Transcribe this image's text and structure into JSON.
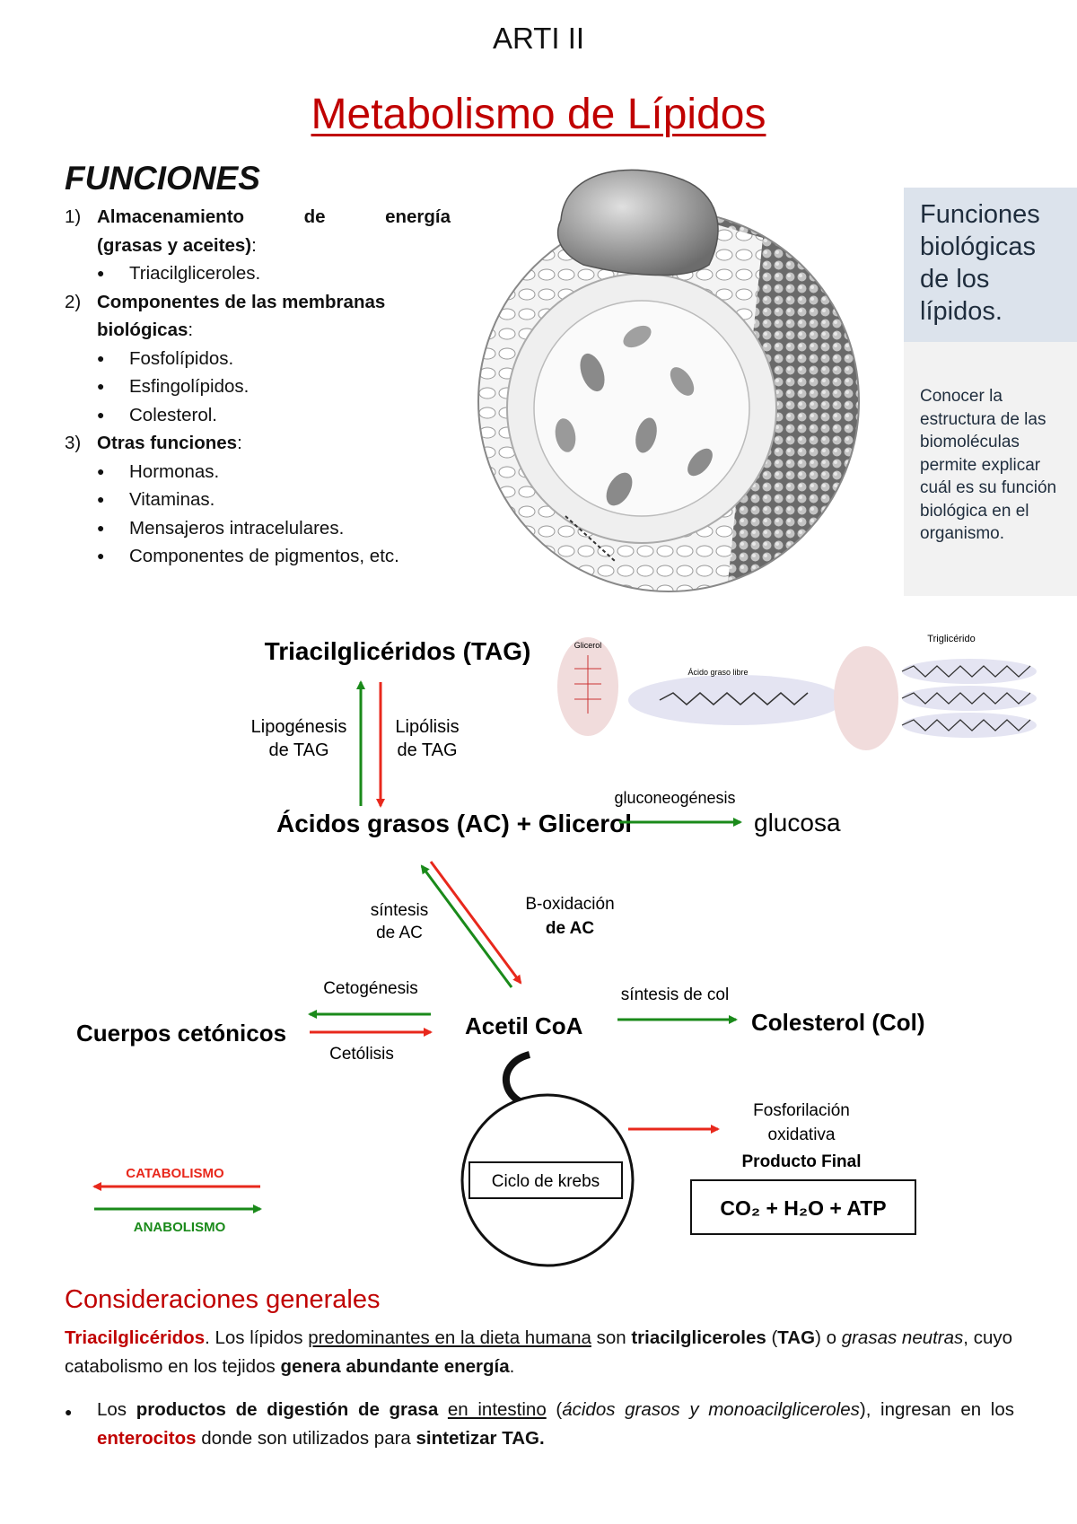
{
  "header": "ARTI II",
  "title": "Metabolismo de Lípidos",
  "funciones": {
    "title": "FUNCIONES",
    "items": [
      {
        "num": "1)",
        "line1": [
          "Almacenamiento",
          "de",
          "energía"
        ],
        "line2": "(grasas y aceites)",
        "bullets": [
          "Triacilgliceroles."
        ]
      },
      {
        "num": "2)",
        "text": "Componentes de las membranas biológicas",
        "bullets": [
          "Fosfolípidos.",
          "Esfingolípidos.",
          "Colesterol."
        ]
      },
      {
        "num": "3)",
        "text": "Otras funciones",
        "bullets": [
          "Hormonas.",
          "Vitaminas.",
          "Mensajeros intracelulares.",
          "Componentes de pigmentos, etc."
        ]
      }
    ]
  },
  "sidebox": {
    "heading": "Funciones biológicas de los lípidos.",
    "body": "Conocer la estructura de las biomoléculas permite explicar cuál es su función biológica en el organismo."
  },
  "diagram": {
    "tag": "Triacilglicéridos (TAG)",
    "lipogenesis": [
      "Lipogénesis",
      "de TAG"
    ],
    "lipolisis": [
      "Lipólisis",
      "de TAG"
    ],
    "acidos": "Ácidos grasos (AC) +  Glicerol",
    "gluconeo": "gluconeogénesis",
    "glucosa": "glucosa",
    "sintesis_ac": [
      "síntesis",
      "de AC"
    ],
    "b_oxidacion": [
      "B-oxidación",
      "de AC"
    ],
    "cetogenesis": "Cetogénesis",
    "cetolisis": "Cetólisis",
    "cuerpos": "Cuerpos  cetónicos",
    "acetil": "Acetil CoA",
    "sintesis_col": "síntesis de col",
    "colesterol": "Colesterol (Col)",
    "krebs": "Ciclo de krebs",
    "fosforilacion": [
      "Fosforilación",
      "oxidativa"
    ],
    "producto_final": "Producto Final",
    "producto": "CO₂ + H₂O + ATP",
    "catabolismo": "CATABOLISMO",
    "anabolismo": "ANABOLISMO",
    "glicerol_label": "Glicerol",
    "acido_libre": "Ácido graso libre",
    "trigliceridos_label": "Triglicérido"
  },
  "colors": {
    "red": "#c00000",
    "arrow_red": "#e8281c",
    "arrow_green": "#1a8a1a"
  },
  "consideraciones": {
    "title": "Consideraciones generales"
  }
}
